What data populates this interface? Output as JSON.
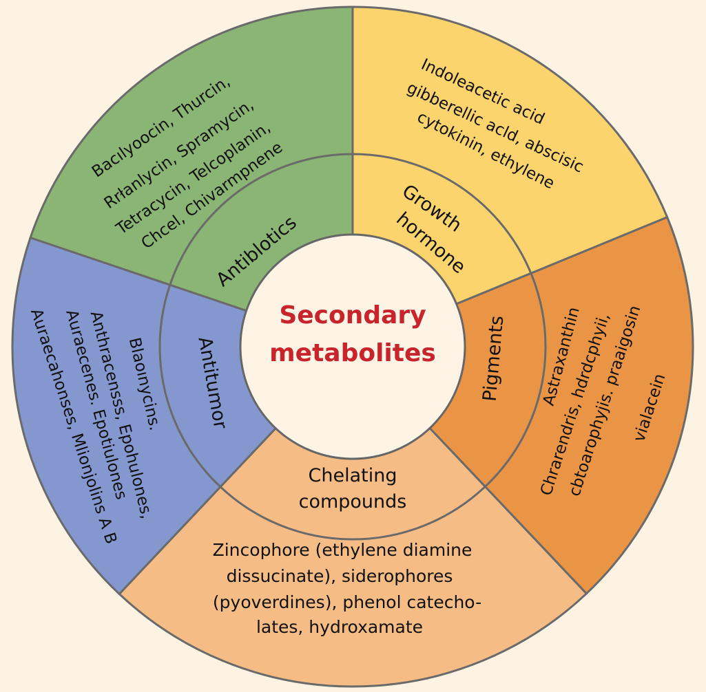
{
  "center": {
    "line1": "Secondary",
    "line2": "metabolites",
    "color": "#c8242b"
  },
  "segments": {
    "antibiotics": {
      "label": "Antiblotics",
      "color": "#8ab574",
      "items": [
        "Bacılyoocin,  Thurcin,",
        "Rrłanlycin, Spramycin,",
        "Tetracycin, Telcoplanin,",
        "Chcel, Chivarmpnene"
      ]
    },
    "growth": {
      "label1": "Growth",
      "label2": "hormone",
      "color": "#fcd46e",
      "items": [
        "Indoleacetic acid",
        "gibberellic acld, abscisic",
        "cytokinin, ethylene"
      ]
    },
    "pigments": {
      "label": "Pigments",
      "color": "#ea9445",
      "items": [
        "Astraxanthin",
        "Chrarendris, hdrdcphyii,",
        "cbtoarophyjis. praaigosin",
        "vialacein"
      ]
    },
    "chelating": {
      "label1": "Chelating",
      "label2": "compounds",
      "color": "#f5bc85",
      "items": [
        "Zincophore (ethylene diamine",
        "dissucinate), siderophores",
        "(pyoverdines), phenol catecho-",
        "lates, hydroxamate"
      ]
    },
    "antitumor": {
      "label": "Antitumor",
      "color": "#8497cf",
      "items": [
        "Blaoınycins.",
        "Anthracensss, Epohulones,",
        "Auraecenes. Epotiulones",
        "Auraecahonses, Mlionjolins A B"
      ]
    }
  }
}
